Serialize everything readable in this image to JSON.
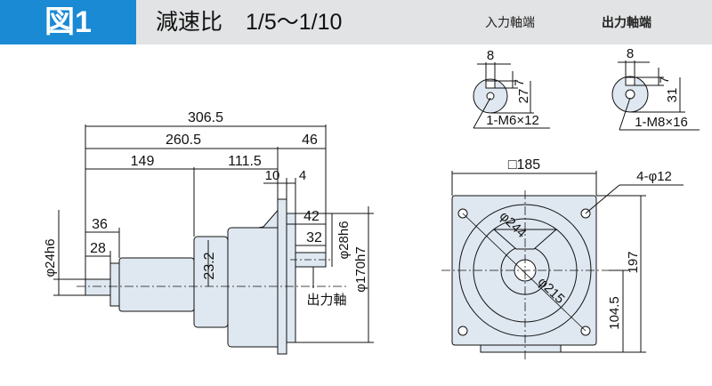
{
  "header": {
    "figure_label": "図1",
    "title": "減速比",
    "ratio": "1/5～1/10",
    "input_shaft_end": "入力軸端",
    "output_shaft_end": "出力軸端"
  },
  "side_view": {
    "dims": {
      "total_length": "306.5",
      "length_2": "260.5",
      "length_3": "149",
      "length_4": "111.5",
      "d_10": "10",
      "d_4": "4",
      "d_46": "46",
      "d_42": "42",
      "d_32": "32",
      "d_36": "36",
      "d_28": "28",
      "d_23_2": "23.2",
      "input_shaft_dia": "φ24h6",
      "output_shaft_dia": "φ28h6",
      "spigot_dia": "φ170h7"
    },
    "output_shaft_label": "出力軸"
  },
  "input_shaft_end": {
    "key_width": "8",
    "key_height": "7",
    "height": "27",
    "tap": "1-M6×12"
  },
  "output_shaft_end": {
    "key_width": "8",
    "key_height": "7",
    "height": "31",
    "tap": "1-M8×16"
  },
  "front_view": {
    "square": "□185",
    "bolt_holes": "4-φ12",
    "pcd": "φ244",
    "dia_215": "φ215",
    "height_total": "197",
    "center_height": "104.5"
  },
  "colors": {
    "header_band": "#e2e3e4",
    "badge_blue": "#1a8ad4",
    "body_fill": "#dfe8f1",
    "line": "#111111"
  }
}
